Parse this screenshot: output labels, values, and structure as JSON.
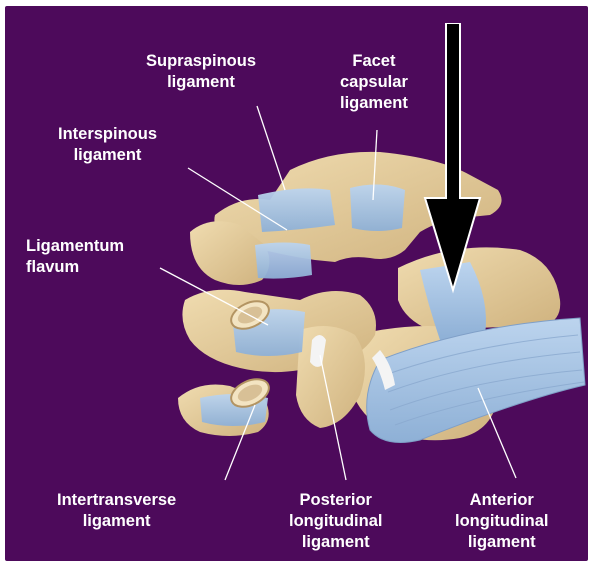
{
  "colors": {
    "background": "#4d0a5b",
    "bone": "#e6d0a2",
    "bone_shadow": "#c9ad7a",
    "ligament": "#a9c6e4",
    "ligament_dark": "#7f9fc7",
    "arrow": "#000000",
    "label_text": "#ffffff"
  },
  "labels": {
    "supraspinous": [
      "Supraspinous",
      "ligament"
    ],
    "facet_capsular": [
      "Facet",
      "capsular",
      "ligament"
    ],
    "interspinous": [
      "Interspinous",
      "ligament"
    ],
    "ligamentum_flavum": [
      "Ligamentum",
      "flavum"
    ],
    "intertransverse": [
      "Intertransverse",
      "ligament"
    ],
    "posterior_longitudinal": [
      "Posterior",
      "longitudinal",
      "ligament"
    ],
    "anterior_longitudinal": [
      "Anterior",
      "longitudinal",
      "ligament"
    ]
  },
  "arrow": {
    "direction": "down",
    "icon": "down-arrow-icon"
  }
}
